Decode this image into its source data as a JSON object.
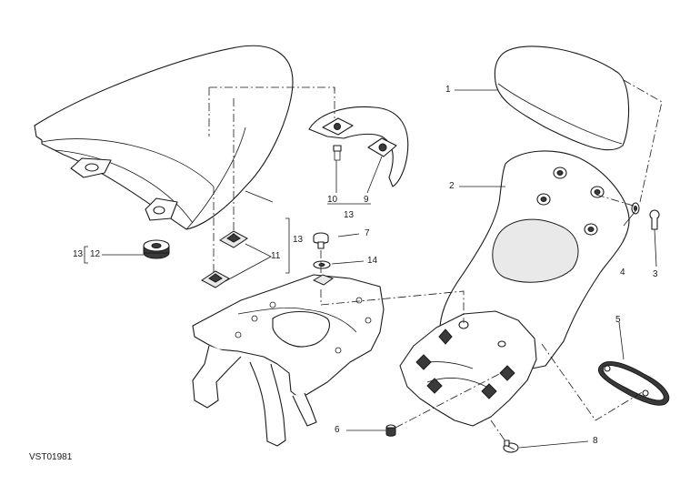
{
  "drawing_code": "VST01981",
  "labels": {
    "p1": "1",
    "p2": "2",
    "p3": "3",
    "p4": "4",
    "p5": "5",
    "p6": "6",
    "p7": "7",
    "p8": "8",
    "p9": "9",
    "p10": "10",
    "p11": "11",
    "p12": "12",
    "p13a": "13",
    "p13b": "13",
    "p13c": "13",
    "p14": "14"
  }
}
